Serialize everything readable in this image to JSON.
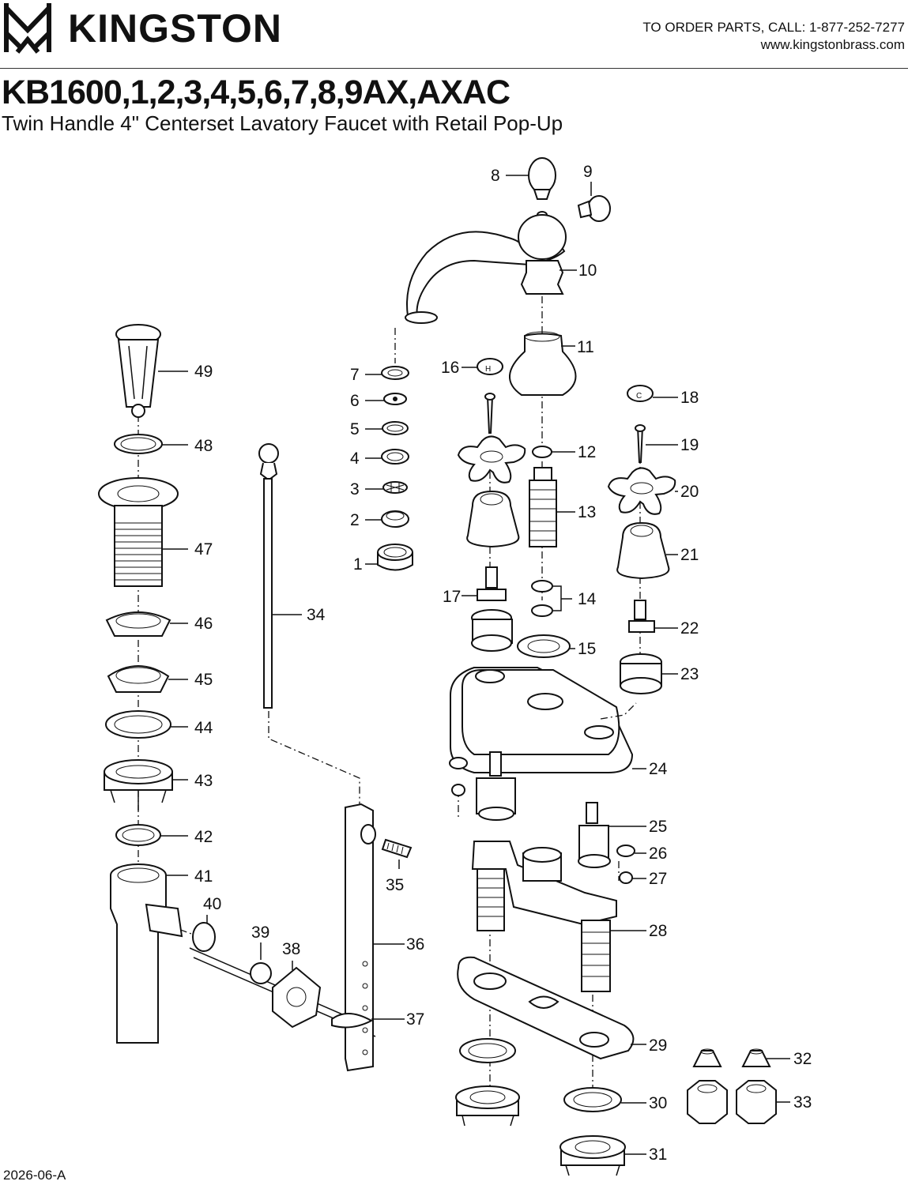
{
  "header": {
    "brand": "KINGSTON",
    "order_line": "TO ORDER PARTS, CALL: 1-877-252-7277",
    "website": "www.kingstonbrass.com"
  },
  "title": {
    "model": "KB1600,1,2,3,4,5,6,7,8,9AX,AXAC",
    "description": "Twin Handle 4\" Centerset Lavatory Faucet with Retail Pop-Up"
  },
  "footer": {
    "doc_code": "2026-06-A"
  },
  "parts": [
    "1",
    "2",
    "3",
    "4",
    "5",
    "6",
    "7",
    "8",
    "9",
    "10",
    "11",
    "12",
    "13",
    "14",
    "15",
    "16",
    "17",
    "18",
    "19",
    "20",
    "21",
    "22",
    "23",
    "24",
    "25",
    "26",
    "27",
    "28",
    "29",
    "30",
    "31",
    "32",
    "33",
    "34",
    "35",
    "36",
    "37",
    "38",
    "39",
    "40",
    "41",
    "42",
    "43",
    "44",
    "45",
    "46",
    "47",
    "48",
    "49"
  ]
}
